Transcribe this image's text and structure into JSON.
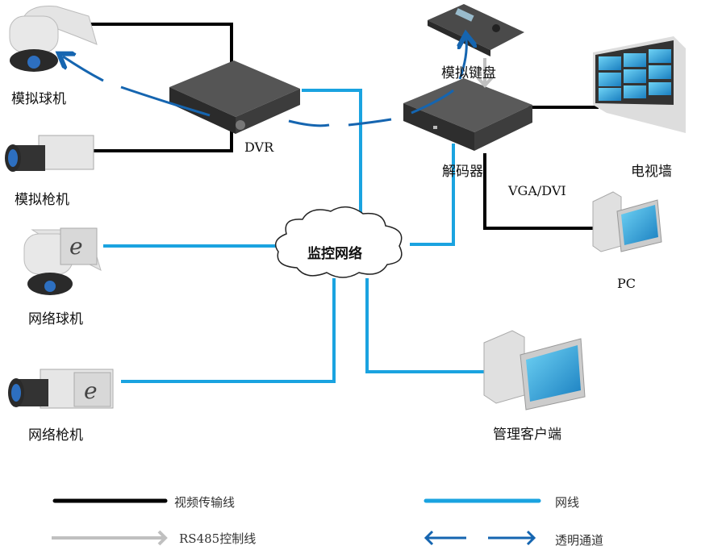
{
  "colors": {
    "video_line": "#000000",
    "network_line": "#1aa3e0",
    "rs485_line": "#c0c0c0",
    "transparent_channel": "#1565b0"
  },
  "devices": {
    "analog_dome": "模拟球机",
    "analog_bullet": "模拟枪机",
    "network_dome": "网络球机",
    "network_bullet": "网络枪机",
    "dvr": "DVR",
    "keyboard": "模拟键盘",
    "decoder": "解码器",
    "tv_wall": "电视墙",
    "vga_dvi": "VGA/DVI",
    "pc": "PC",
    "client": "管理客户端",
    "network": "监控网络"
  },
  "legend": {
    "video_line": "视频传输线",
    "network_line": "网线",
    "rs485_line": "RS485控制线",
    "transparent_channel": "透明通道"
  }
}
